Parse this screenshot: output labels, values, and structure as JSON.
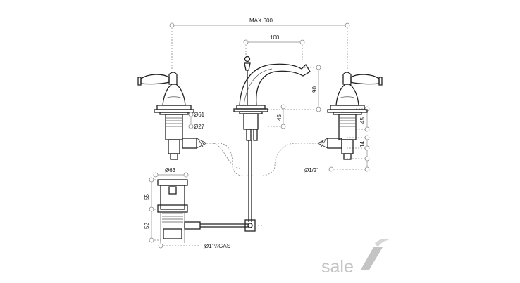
{
  "dimensions": {
    "max_width": "MAX 600",
    "spout_reach": "100",
    "spout_height": "90",
    "spout_base": "45",
    "handle_base": "45",
    "handle_connector": "14",
    "flange_dia": "Ø61",
    "shank_dia": "Ø27",
    "waste_dia": "Ø63",
    "waste_upper": "55",
    "waste_lower": "52",
    "connection": "Ø1/2\"",
    "waste_thread": "Ø1\"¼GAS"
  },
  "brand": {
    "logo_text": "sale",
    "logo_color": "#c4c4c4"
  }
}
